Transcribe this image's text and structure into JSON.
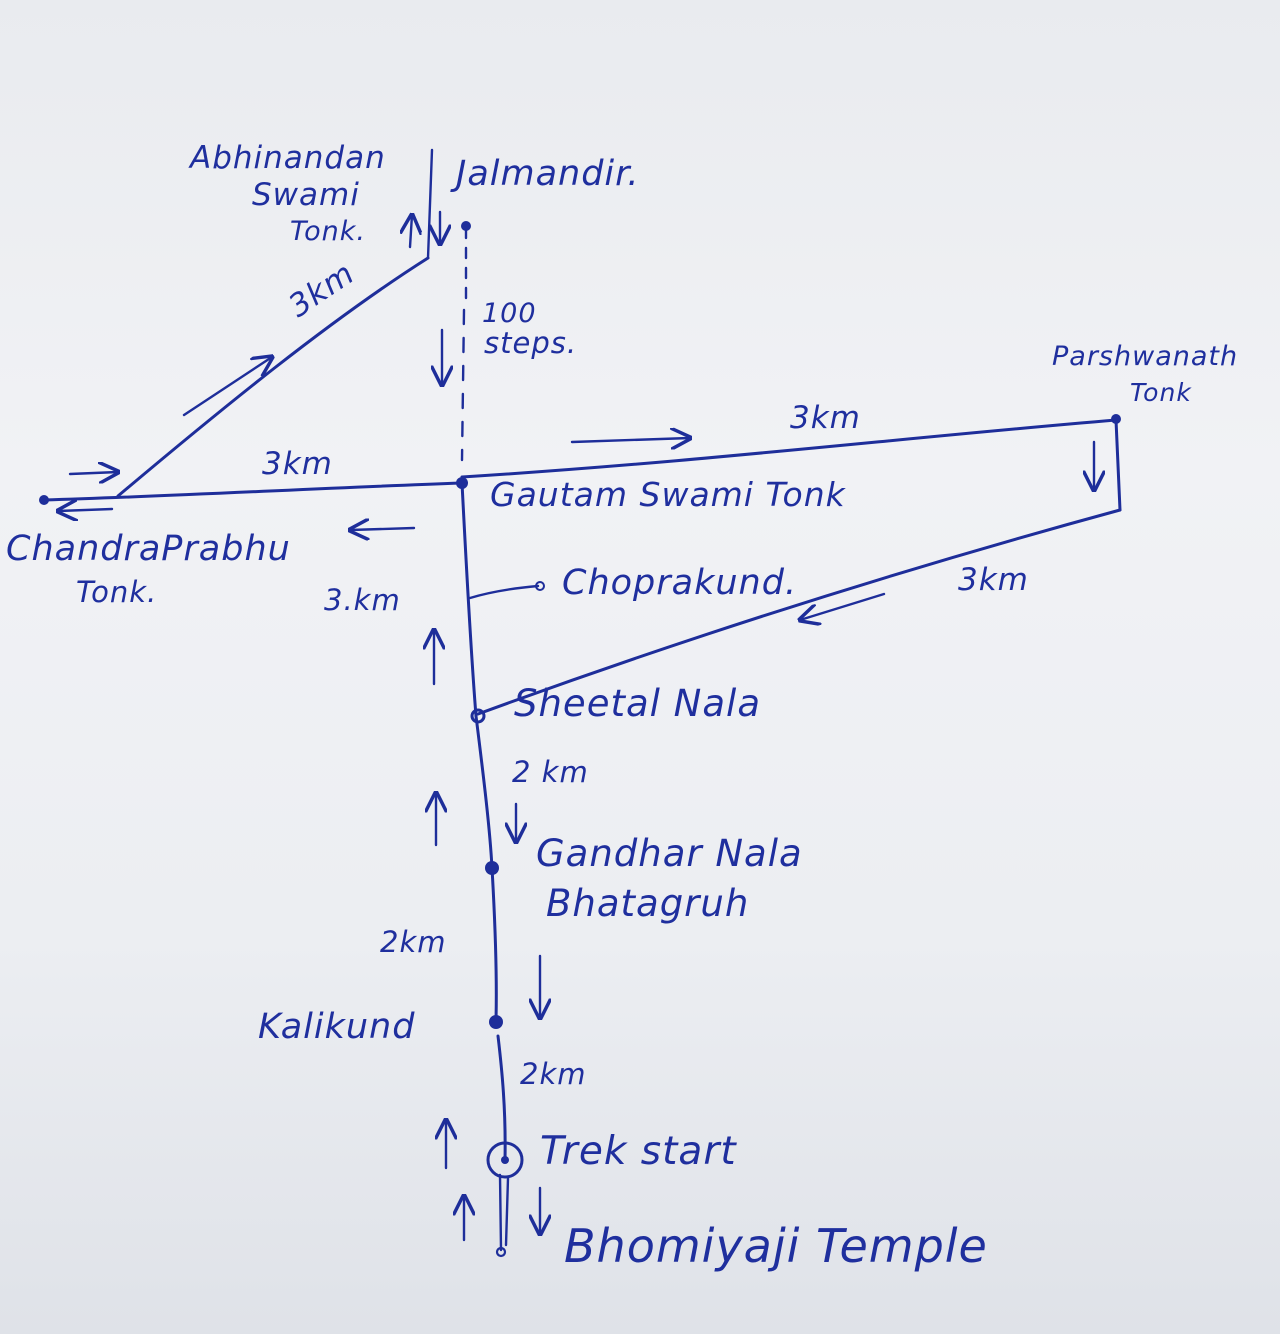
{
  "ink_color": "#1e2e9a",
  "paper_color": "#eceef2",
  "labels": {
    "abhinandan_line1": "Abhinandan",
    "abhinandan_line2": "Swami",
    "abhinandan_line3": "Tonk.",
    "jalmandir": "Jalmandir.",
    "steps_line1": "100",
    "steps_line2": "steps.",
    "parshwanath_line1": "Parshwanath",
    "parshwanath_line2": "Tonk",
    "gautam": "Gautam Swami Tonk",
    "chandraprabhu_line1": "ChandraPrabhu",
    "chandraprabhu_line2": "Tonk.",
    "chaprakund": "Choprakund.",
    "sheetal": "Sheetal Nala",
    "gandhar_line1": "Gandhar Nala",
    "gandhar_line2": "Bhatagruh",
    "kalikund": "Kalikund",
    "trek_start": "Trek start",
    "bhomiyaji": "Bhomiyaji Temple"
  },
  "distances": {
    "abhinandan_route": "3km",
    "chandraprabhu_route": "3km",
    "parshwanath_top": "3km",
    "parshwanath_return": "3km",
    "gautam_to_sheetal": "3.km",
    "sheetal_to_gandhar": "2 km",
    "gandhar_to_kalikund": "2km",
    "kalikund_to_trek": "2km"
  }
}
